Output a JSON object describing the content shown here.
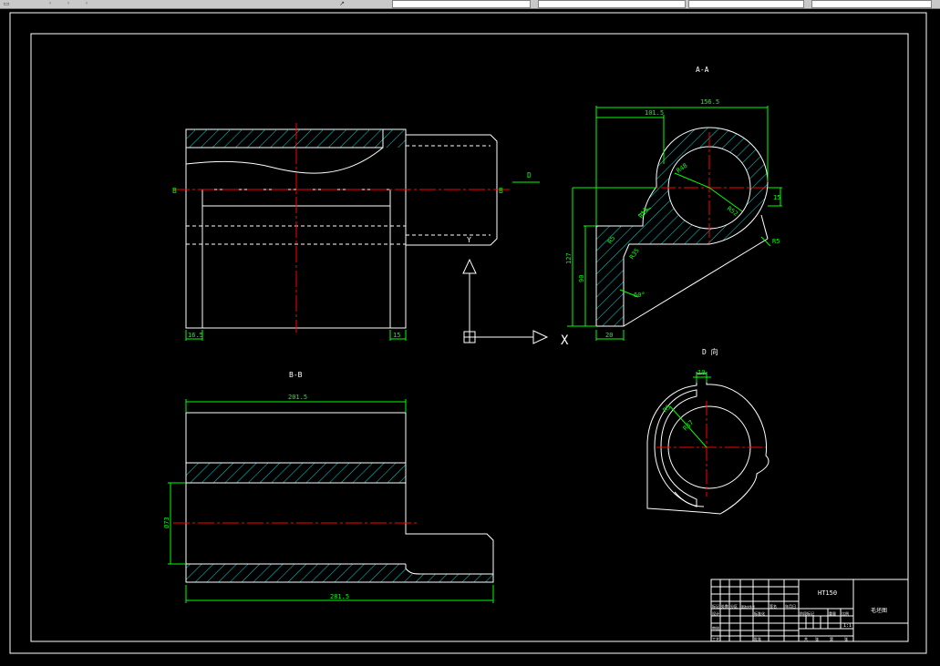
{
  "colors": {
    "background": "#000000",
    "outline": "#ffffff",
    "dimension": "#00ff00",
    "centerline": "#ff0000",
    "hatch": "#00d8d8"
  },
  "views": {
    "section_aa": "A-A",
    "section_bb": "B-B",
    "view_d": "D 向"
  },
  "labels": {
    "cut_b_left": "B",
    "cut_b_right": "B",
    "arrow_d": "D",
    "ucs_y": "Y",
    "ucs_x": "X"
  },
  "dimensions": {
    "front_left": "16.5",
    "front_right": "15",
    "aa_overall_width": "156.5",
    "aa_inner_width": "101.5",
    "aa_r_outer": "R48",
    "aa_r_inner": "R52",
    "aa_r_fillet": "R13",
    "aa_r_small": "R35",
    "aa_r_a": "R5",
    "aa_thick": "15",
    "aa_height": "127",
    "aa_base_height": "90",
    "aa_angle": "60°",
    "aa_base_width": "20",
    "aa_corner": "R5",
    "bb_top": "201.5",
    "bb_bottom": "281.5",
    "bb_dia": "Ø73",
    "d_width": "10",
    "d_r1": "R5",
    "d_r2": "R37"
  },
  "title_block": {
    "material": "HT150",
    "drawing_name": "毛坯图",
    "scale": "1:1",
    "row_labels": [
      "标记",
      "设计",
      "审核",
      "工艺"
    ],
    "col_labels": [
      "处数",
      "分区",
      "更改文件号",
      "签名",
      "年月日"
    ],
    "stage_labels": [
      "阶段标记",
      "重量",
      "比例"
    ],
    "sheet_labels": [
      "共",
      "张",
      "第",
      "张"
    ],
    "std_label": "标准化",
    "approve_label": "批准"
  }
}
